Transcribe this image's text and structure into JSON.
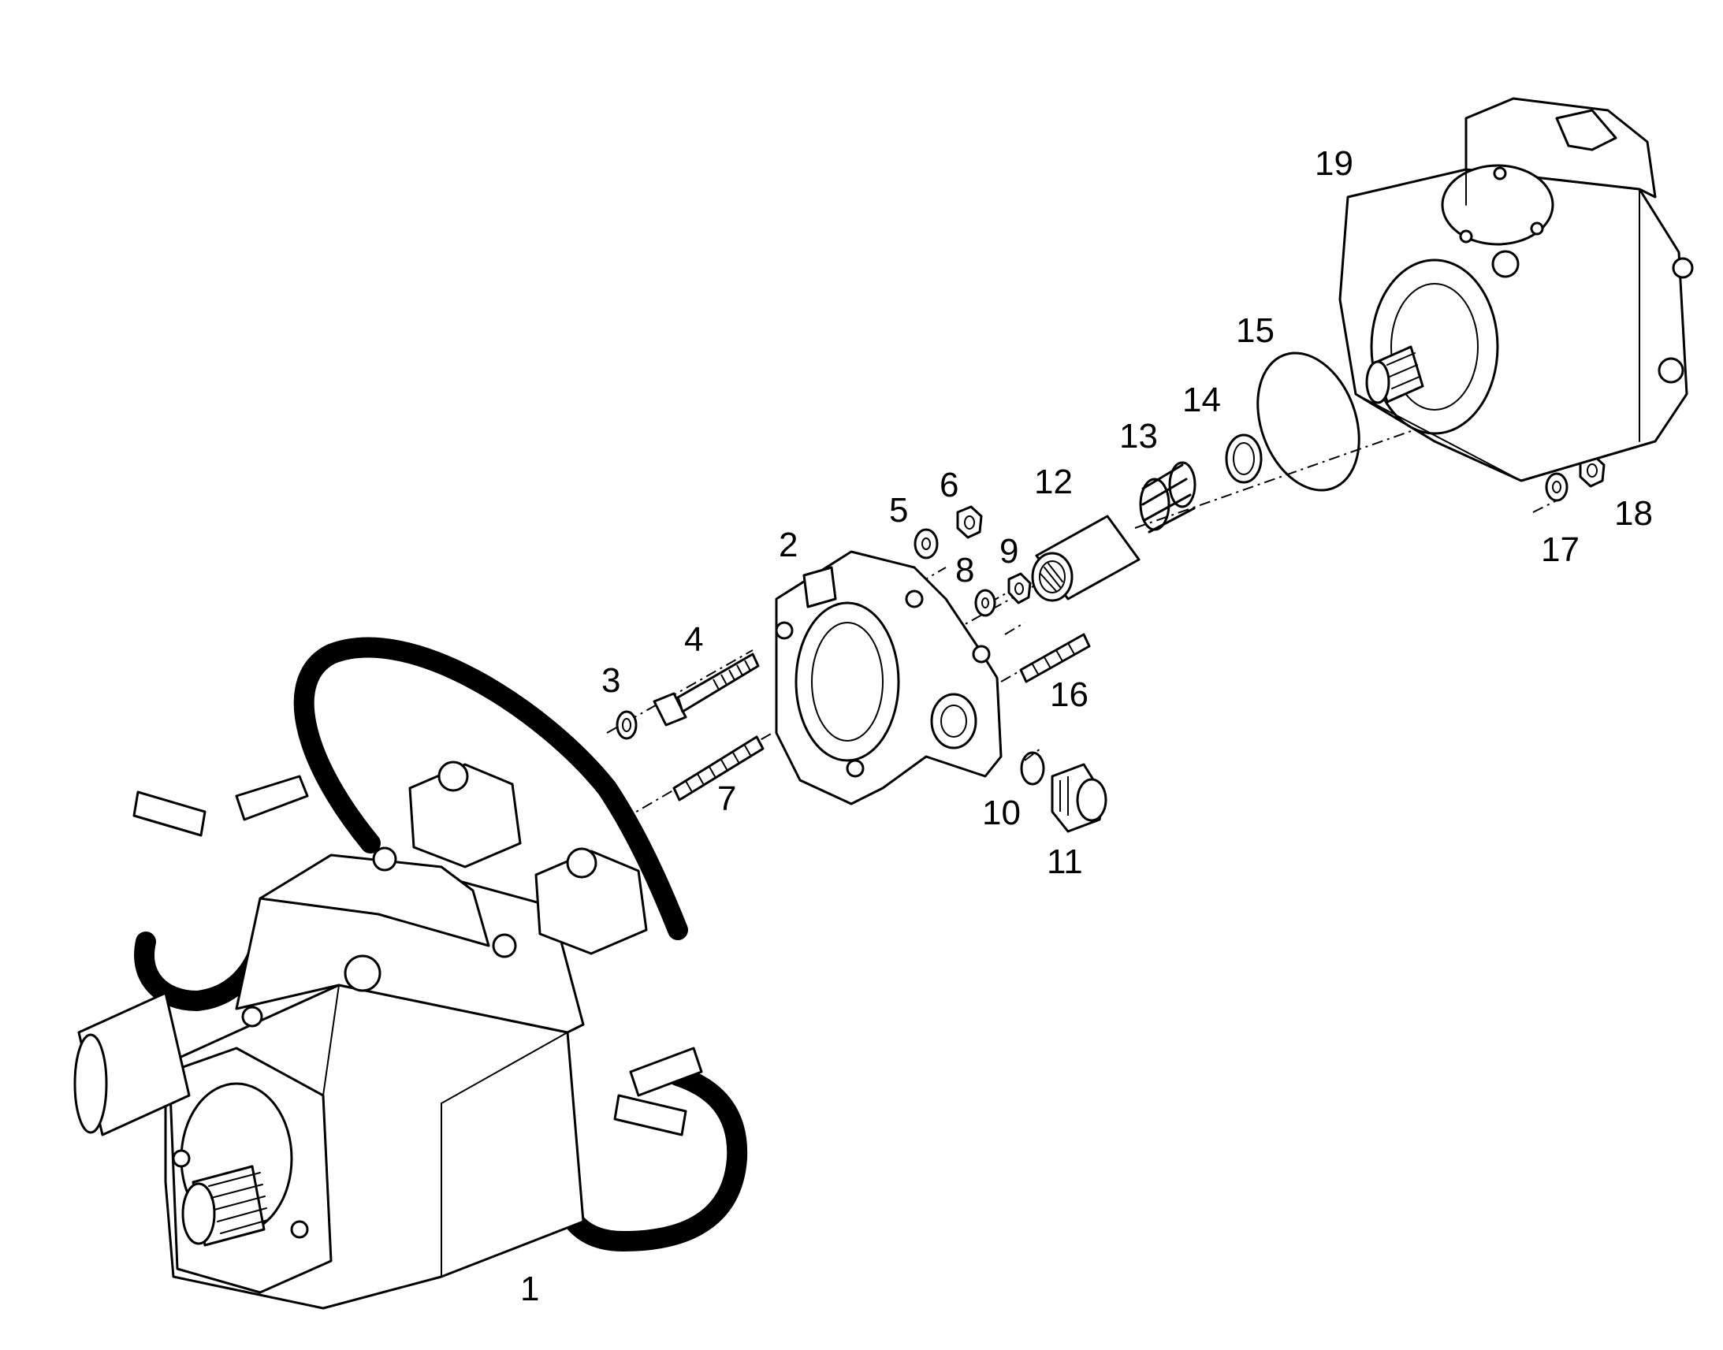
{
  "diagram": {
    "type": "exploded-parts-diagram",
    "background": "#ffffff",
    "line_color": "#000000",
    "callouts": [
      {
        "id": "1",
        "label": "1"
      },
      {
        "id": "2",
        "label": "2"
      },
      {
        "id": "3",
        "label": "3"
      },
      {
        "id": "4",
        "label": "4"
      },
      {
        "id": "5",
        "label": "5"
      },
      {
        "id": "6",
        "label": "6"
      },
      {
        "id": "7",
        "label": "7"
      },
      {
        "id": "8",
        "label": "8"
      },
      {
        "id": "9",
        "label": "9"
      },
      {
        "id": "10",
        "label": "10"
      },
      {
        "id": "11",
        "label": "11"
      },
      {
        "id": "12",
        "label": "12"
      },
      {
        "id": "13",
        "label": "13"
      },
      {
        "id": "14",
        "label": "14"
      },
      {
        "id": "15",
        "label": "15"
      },
      {
        "id": "16",
        "label": "16"
      },
      {
        "id": "17",
        "label": "17"
      },
      {
        "id": "18",
        "label": "18"
      },
      {
        "id": "19",
        "label": "19"
      }
    ]
  }
}
